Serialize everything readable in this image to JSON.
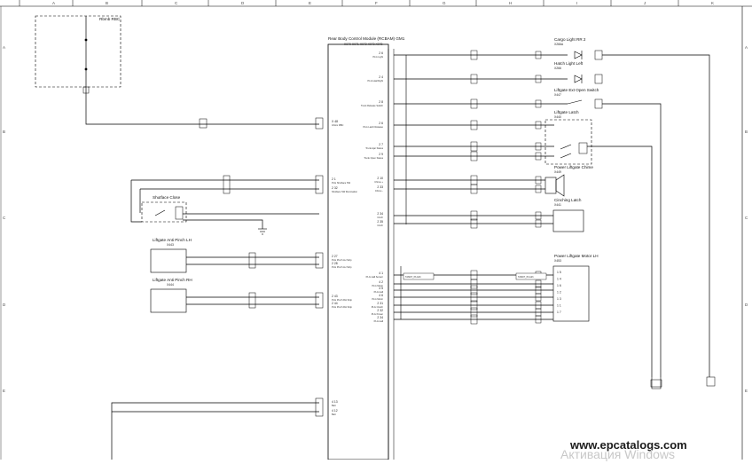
{
  "frame": {
    "columns": [
      "A",
      "B",
      "C",
      "D",
      "E",
      "F",
      "G",
      "H",
      "I",
      "J",
      "K"
    ],
    "rows": [
      "A",
      "B",
      "C",
      "D",
      "E"
    ]
  },
  "module": {
    "title": "Rear Body Control Module (RCBAM) GM1",
    "connectors": [
      "X070",
      "X071",
      "X072",
      "X073",
      "X078"
    ]
  },
  "components": {
    "rbc": "Rbmb RBC",
    "cargo_light": {
      "name": "Cargo Light RR 2",
      "id": "X266A"
    },
    "hatch_light": {
      "name": "Hatch Light Left",
      "id": "X266"
    },
    "open_switch": {
      "name": "Liftgate Ext Open Switch",
      "id": "X447"
    },
    "liftgate_latch": {
      "name": "Liftgate Latch",
      "id": "X440"
    },
    "chime": {
      "name": "Power Liftgate Chime",
      "id": "X449"
    },
    "cinching": {
      "name": "Cinching Latch",
      "id": "X441"
    },
    "motor": {
      "name": "Power Liftgate Motor LH",
      "id": "X453"
    },
    "shutface": "Shutface Close",
    "pinch_lh": {
      "name": "Liftgate Anti Pinch LH",
      "id": "X443"
    },
    "pinch_rh": {
      "name": "Liftgate Anti Pinch RH",
      "id": "X444"
    }
  },
  "module_pins": {
    "left": [
      {
        "pin": "X 48",
        "label": "Infotm RBC"
      },
      {
        "pin": "2 1",
        "label": "PLG Shutface SW"
      },
      {
        "pin": "2 32",
        "label": "Shutface SW Illumination"
      },
      {
        "pin": "2 27",
        "label": "PLG Pinch LH Strip"
      },
      {
        "pin": "2 28",
        "label": "PLG Pinch LH Strip"
      },
      {
        "pin": "2 43",
        "label": "PLG Pinch RH Strip"
      },
      {
        "pin": "2 44",
        "label": "PLG Pinch RH Strip"
      },
      {
        "pin": "4 13",
        "label": "Batt"
      },
      {
        "pin": "4 12",
        "label": "Batt"
      }
    ],
    "right": [
      {
        "pin": "2 6",
        "label": "PLG Light"
      },
      {
        "pin": "2 4",
        "label": "PLG Hatchlight"
      },
      {
        "pin": "2 8",
        "label": "Trunk Release Switch"
      },
      {
        "pin": "2 6",
        "label": "PLG Latch Release"
      },
      {
        "pin": "2 7",
        "label": "Trunk Ajar Status"
      },
      {
        "pin": "2 9",
        "label": "Trunk Open Status"
      },
      {
        "pin": "2 10",
        "label": "Chime +"
      },
      {
        "pin": "2 33",
        "label": "Chime -"
      },
      {
        "pin": "2 34",
        "label": "Cinch"
      },
      {
        "pin": "2 35",
        "label": "Cinch"
      },
      {
        "pin": "4 1",
        "label": "PLG Hall Sensor"
      },
      {
        "pin": "4 2",
        "label": "PLG Motor"
      },
      {
        "pin": "4 5",
        "label": "PLG Hall"
      },
      {
        "pin": "4 6",
        "label": "PLG Motor"
      },
      {
        "pin": "2 31",
        "label": "PLG Clutch"
      },
      {
        "pin": "2 32",
        "label": "PLG Power"
      },
      {
        "pin": "2 34",
        "label": "PLG Hall"
      }
    ]
  },
  "motor_pins": [
    "1 5",
    "1 4",
    "1 6",
    "1 2",
    "1 3",
    "1 1",
    "1 7"
  ],
  "splice": "TAM07_PLG2h",
  "watermark": {
    "site": "www.epcatalogs.com",
    "os": "Активация Windows"
  }
}
